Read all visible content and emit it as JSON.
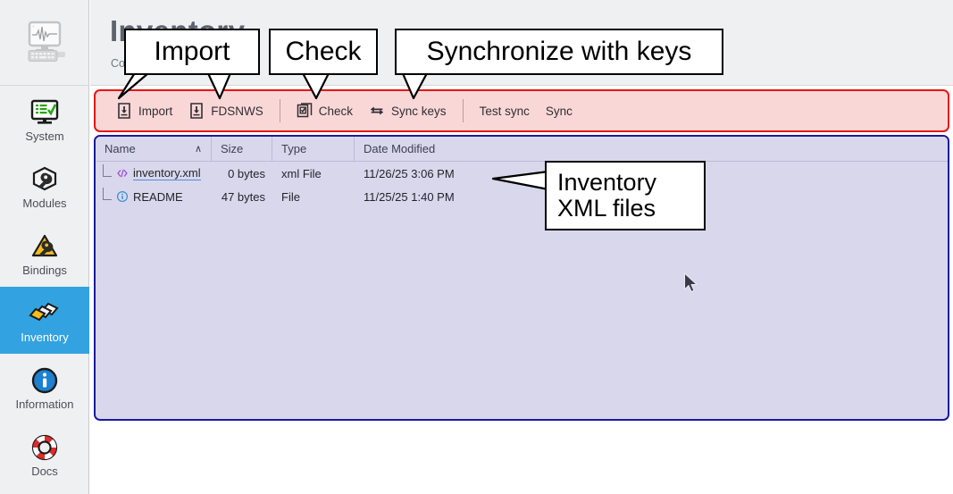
{
  "app": {
    "logo_icon": "seismometer-computer-icon"
  },
  "sidebar": {
    "items": [
      {
        "label": "System",
        "icon": "monitor-checklist-icon",
        "active": false
      },
      {
        "label": "Modules",
        "icon": "cube-wrench-icon",
        "active": false
      },
      {
        "label": "Bindings",
        "icon": "warning-wrench-icon",
        "active": false
      },
      {
        "label": "Inventory",
        "icon": "layers-stack-icon",
        "active": true
      },
      {
        "label": "Information",
        "icon": "info-circle-icon",
        "active": false
      },
      {
        "label": "Docs",
        "icon": "lifebuoy-icon",
        "active": false
      }
    ],
    "active_color": "#33a2e0"
  },
  "header": {
    "title": "Inventory",
    "subtitle": "Co                              ver"
  },
  "toolbar": {
    "highlight_color": "#e81414",
    "background": "#fad7d7",
    "buttons": [
      {
        "label": "Import",
        "icon": "import-download-icon"
      },
      {
        "label": "FDSNWS",
        "icon": "import-download-icon"
      },
      {
        "sep": true
      },
      {
        "label": "Check",
        "icon": "checkbox-stack-icon"
      },
      {
        "label": "Sync keys",
        "icon": "sync-arrows-icon"
      },
      {
        "sep": true
      },
      {
        "label": "Test sync",
        "icon": ""
      },
      {
        "label": "Sync",
        "icon": ""
      }
    ]
  },
  "file_list": {
    "highlight_color": "#1a1a9c",
    "background": "#d9d7ec",
    "columns": [
      "Name",
      "Size",
      "Type",
      "Date Modified"
    ],
    "sort_column": "Name",
    "sort_caret": "∧",
    "rows": [
      {
        "icon": "xml-code-icon",
        "name": "inventory.xml",
        "size": "0 bytes",
        "type": "xml File",
        "date": "11/26/25 3:06 PM",
        "name_underlined": true
      },
      {
        "icon": "info-circle-small-icon",
        "name": "README",
        "size": "47 bytes",
        "type": "File",
        "date": "11/25/25 1:40 PM",
        "name_underlined": false
      }
    ]
  },
  "callouts": {
    "import": "Import",
    "check": "Check",
    "sync": "Synchronize with keys",
    "inventory_line1": "Inventory",
    "inventory_line2": "XML files"
  },
  "cursor": {
    "icon": "mouse-pointer-icon"
  }
}
